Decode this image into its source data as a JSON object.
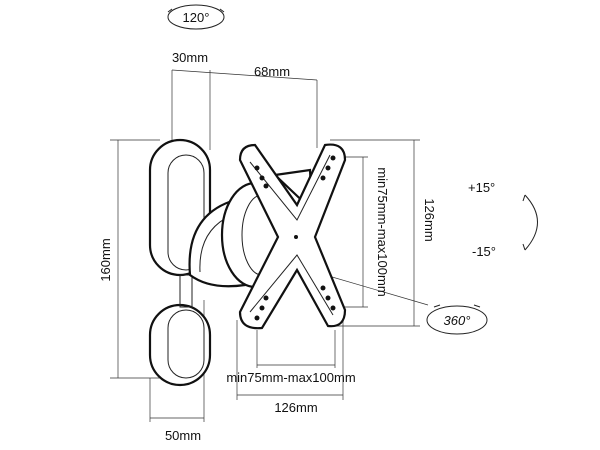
{
  "labels": {
    "rotation_top": "120°",
    "rotation_plate": "360°",
    "tilt_up": "+15°",
    "tilt_down": "-15°",
    "depth_wall": "30mm",
    "depth_arm": "68mm",
    "height_wall": "160mm",
    "width_wall": "50mm",
    "height_plate": "126mm",
    "width_plate": "126mm",
    "vesa_vertical": "min75mm-max100mm",
    "vesa_horizontal": "min75mm-max100mm"
  }
}
